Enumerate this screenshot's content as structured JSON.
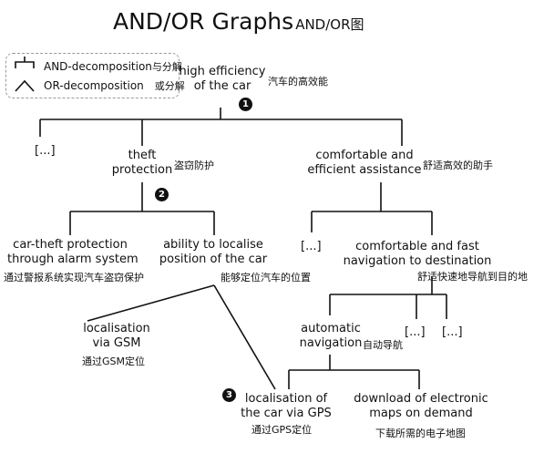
{
  "title": {
    "en": "AND/OR Graphs",
    "zh": "AND/OR图"
  },
  "legend": {
    "and": {
      "en": "AND-decomposition",
      "zh": "与分解"
    },
    "or": {
      "en": "OR-decomposition",
      "zh": "或分解"
    }
  },
  "nodes": {
    "root": {
      "en1": "high efficiency",
      "en2": "of the car",
      "zh": "汽车的高效能"
    },
    "ellipsis1": {
      "en": "[...]"
    },
    "theft": {
      "en1": "theft",
      "en2": "protection",
      "zh": "盗窃防护"
    },
    "comfort": {
      "en1": "comfortable and",
      "en2": "efficient assistance",
      "zh": "舒适高效的助手"
    },
    "alarm": {
      "en1": "car-theft protection",
      "en2": "through alarm system",
      "zh": "通过警报系统实现汽车盗窃保护"
    },
    "localise": {
      "en1": "ability to localise",
      "en2": "position of the car",
      "zh": "能够定位汽车的位置"
    },
    "ellipsis2": {
      "en": "[...]"
    },
    "navigation": {
      "en1": "comfortable and fast",
      "en2": "navigation to destination",
      "zh": "舒适快速地导航到目的地"
    },
    "gsm": {
      "en1": "localisation",
      "en2": "via GSM",
      "zh": "通过GSM定位"
    },
    "auto": {
      "en1": "automatic",
      "en2": "navigation",
      "zh": "自动导航"
    },
    "ellipsis3": {
      "en": "[...]"
    },
    "ellipsis4": {
      "en": "[...]"
    },
    "gps": {
      "en1": "localisation of",
      "en2": "the car via GPS",
      "zh": "通过GPS定位"
    },
    "maps": {
      "en1": "download of electronic",
      "en2": "maps on demand",
      "zh": "下载所需的电子地图"
    }
  },
  "badges": [
    "1",
    "2",
    "3"
  ],
  "colors": {
    "line": "#111111",
    "legend_border": "#999999",
    "text": "#111111"
  }
}
